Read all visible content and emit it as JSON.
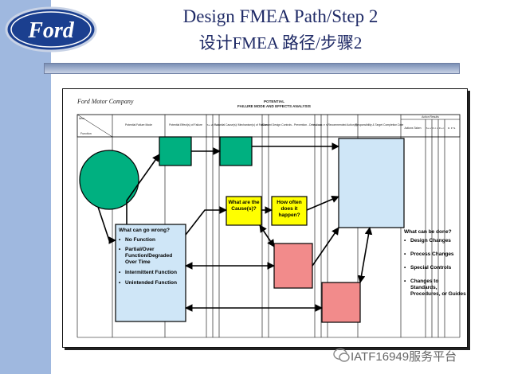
{
  "header": {
    "logo_text": "Ford",
    "title_en": "Design FMEA Path/Step 2",
    "title_zh": "设计FMEA 路径/步骤2"
  },
  "form": {
    "company": "Ford Motor Company",
    "heading_line1": "POTENTIAL",
    "heading_line2": "FAILURE MODE AND EFFECTS ANALYSIS",
    "corner_item": "Item",
    "corner_function": "Function",
    "columns": [
      "Potential Failure Mode",
      "Potential Effect(s) of Failure",
      "S e v",
      "C l a s s",
      "Potential Cause(s)/ Mechanism(s) of Failure",
      "O c c u r",
      "Current Design Controls - Prevention - Detection",
      "D e t e c",
      "R. P. N.",
      "Recommended Action(s)",
      "Responsibility & Target Completion Date",
      "Action Results",
      "Actions Taken",
      "S e v",
      "O c c",
      "D e t",
      "R. P. N."
    ]
  },
  "callouts": {
    "cause": "What are the Cause(s)?",
    "occurrence": "How often does it happen?",
    "wrong_title": "What can go wrong?",
    "wrong_items": [
      "No Function",
      "Partial/Over Function/Degraded Over Time",
      "Intermittent Function",
      "Unintended Function"
    ],
    "done_title": "What can be done?",
    "done_items": [
      "Design Changes",
      "Process Changes",
      "Special Controls",
      "Changes to Standards, Procedures, or Guides"
    ]
  },
  "watermark": "IATF16949服务平台",
  "colors": {
    "sidebar": "#9fb8df",
    "title": "#1f2a66",
    "callout_blue": "#cfe6f7",
    "callout_yellow": "#ffff00",
    "shape_green": "#00b080",
    "shape_pink": "#f28b8b"
  }
}
